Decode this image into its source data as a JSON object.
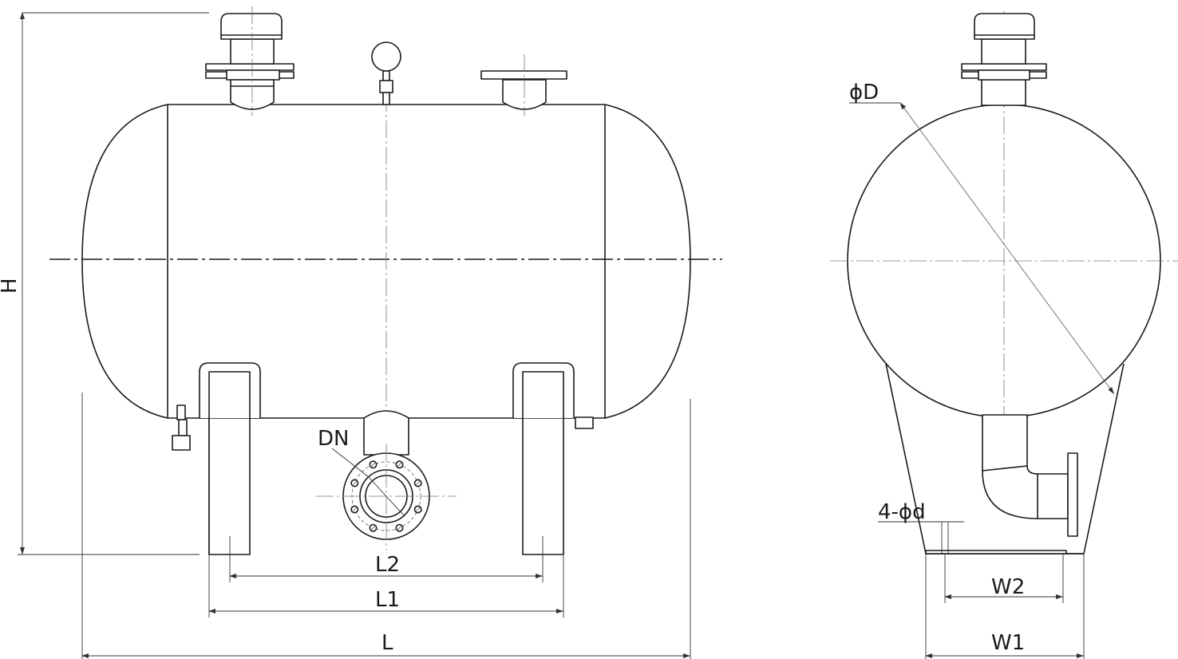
{
  "dimensions": {
    "height_label": "H",
    "length_label": "L",
    "leg_span_outer_label": "L1",
    "leg_span_inner_label": "L2",
    "nozzle_label": "DN",
    "diameter_label": "ϕD",
    "bolt_holes_label": "4-ϕd",
    "base_width_outer_label": "W1",
    "base_width_inner_label": "W2"
  },
  "colors": {
    "line": "#1a1a1a",
    "background": "#ffffff"
  }
}
